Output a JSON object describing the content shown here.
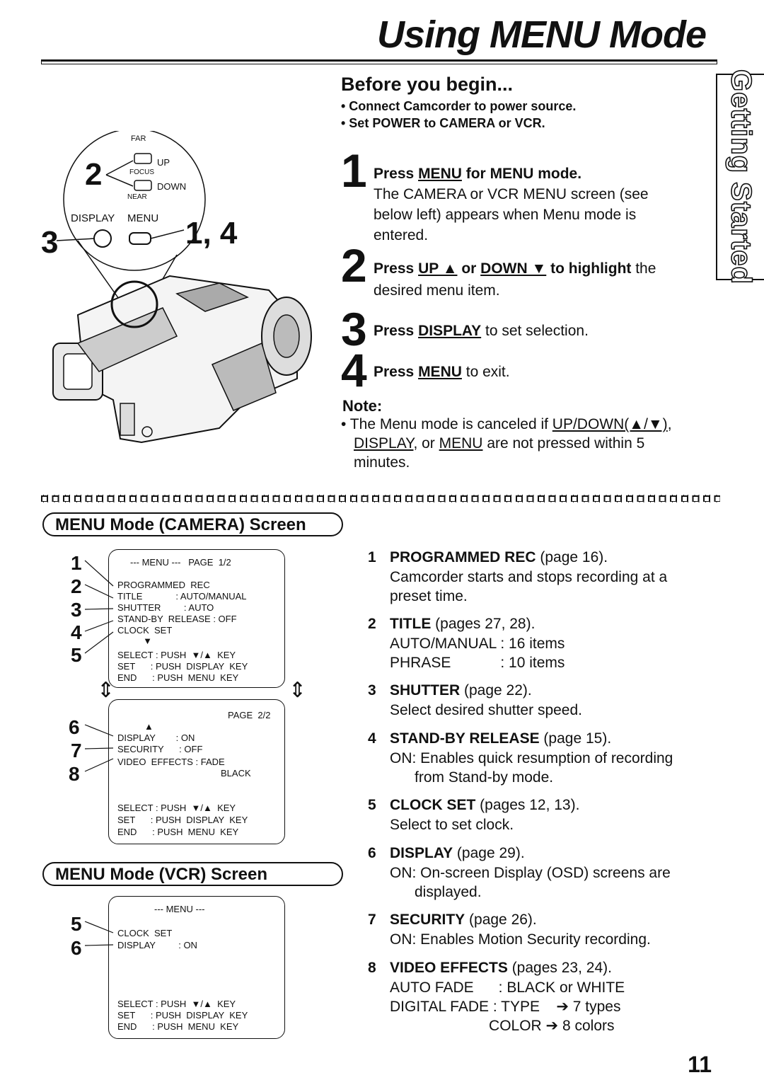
{
  "title": "Using MENU Mode",
  "side_tab": "Getting Started",
  "before": {
    "heading": "Before you begin...",
    "bullets": [
      "• Connect Camcorder to power source.",
      "• Set POWER to CAMERA or VCR."
    ]
  },
  "illustration": {
    "label_far": "FAR",
    "label_up": "UP",
    "label_focus": "FOCUS",
    "label_down": "DOWN",
    "label_near": "NEAR",
    "label_display": "DISPLAY",
    "label_menu": "MENU",
    "callout_2": "2",
    "callout_3": "3",
    "callout_14": "1, 4"
  },
  "steps": [
    {
      "num": "1",
      "lead_pre": "Press ",
      "lead_u": "MENU",
      "lead_post": " for MENU mode.",
      "body": [
        "The CAMERA or VCR MENU screen (see",
        "below left) appears when Menu mode is",
        "entered."
      ]
    },
    {
      "num": "2",
      "lead_pre": "Press ",
      "lead_u": "UP ▲",
      "lead_mid": " or ",
      "lead_u2": "DOWN ▼",
      "lead_post": " to highlight",
      "lead_tail": " the",
      "body": [
        "desired menu item."
      ]
    },
    {
      "num": "3",
      "lead_pre": "Press ",
      "lead_u": "DISPLAY",
      "lead_tail": " to set selection."
    },
    {
      "num": "4",
      "lead_pre": "Press ",
      "lead_u": "MENU",
      "lead_tail": " to exit."
    }
  ],
  "note": {
    "heading": "Note:",
    "text_1": "• The Menu mode is canceled if ",
    "text_u1": "UP/DOWN(▲/▼)",
    "text_2": ",",
    "text_u2": "DISPLAY",
    "text_3": ", or ",
    "text_u3": "MENU",
    "text_4": " are not pressed within 5",
    "text_5": "minutes."
  },
  "camera_screen": {
    "heading": "MENU Mode (CAMERA) Screen",
    "page1": {
      "header": "--- MENU ---   PAGE  1/2",
      "lines": [
        "PROGRAMMED  REC",
        "TITLE             : AUTO/MANUAL",
        "SHUTTER         : AUTO",
        "STAND-BY  RELEASE : OFF",
        "CLOCK  SET",
        "          ▼"
      ],
      "footer": [
        "SELECT : PUSH  ▼/▲  KEY",
        "SET      : PUSH  DISPLAY  KEY",
        "END      : PUSH  MENU  KEY"
      ],
      "callouts": [
        "1",
        "2",
        "3",
        "4",
        "5"
      ]
    },
    "page2": {
      "header": "PAGE  2/2",
      "lines": [
        "▲",
        "DISPLAY        : ON",
        "SECURITY      : OFF",
        "VIDEO  EFFECTS : FADE",
        "BLACK"
      ],
      "footer": [
        "SELECT : PUSH  ▼/▲  KEY",
        "SET      : PUSH  DISPLAY  KEY",
        "END      : PUSH  MENU  KEY"
      ],
      "callouts": [
        "6",
        "7",
        "8"
      ]
    },
    "arrows": "⇕"
  },
  "vcr_screen": {
    "heading": "MENU Mode (VCR) Screen",
    "header": "--- MENU ---",
    "lines": [
      "CLOCK  SET",
      "DISPLAY         : ON"
    ],
    "footer": [
      "SELECT : PUSH  ▼/▲  KEY",
      "SET      : PUSH  DISPLAY  KEY",
      "END      : PUSH  MENU  KEY"
    ],
    "callouts": [
      "5",
      "6"
    ]
  },
  "items": [
    {
      "num": "1",
      "title": "PROGRAMMED REC",
      "ref": " (page 16).",
      "desc": [
        "Camcorder starts and stops recording at a",
        "preset time."
      ]
    },
    {
      "num": "2",
      "title": "TITLE",
      "ref": " (pages 27, 28).",
      "desc": [
        "AUTO/MANUAL : 16 items",
        "PHRASE            : 10 items"
      ]
    },
    {
      "num": "3",
      "title": "SHUTTER",
      "ref": " (page 22).",
      "desc": [
        "Select desired shutter speed."
      ]
    },
    {
      "num": "4",
      "title": "STAND-BY RELEASE",
      "ref": " (page 15).",
      "desc": [
        "ON: Enables quick resumption of recording",
        "      from Stand-by mode."
      ]
    },
    {
      "num": "5",
      "title": "CLOCK SET",
      "ref": " (pages 12, 13).",
      "desc": [
        "Select to set clock."
      ]
    },
    {
      "num": "6",
      "title": "DISPLAY",
      "ref": " (page 29).",
      "desc": [
        "ON: On-screen Display (OSD) screens are",
        "      displayed."
      ]
    },
    {
      "num": "7",
      "title": "SECURITY",
      "ref": " (page 26).",
      "desc": [
        "ON: Enables Motion Security recording."
      ]
    },
    {
      "num": "8",
      "title": "VIDEO EFFECTS",
      "ref": " (pages 23, 24).",
      "desc": [
        "AUTO FADE      : BLACK or WHITE",
        "DIGITAL FADE : TYPE    ➔ 7 types",
        "                        COLOR ➔ 8 colors"
      ]
    }
  ],
  "page_number": "11"
}
